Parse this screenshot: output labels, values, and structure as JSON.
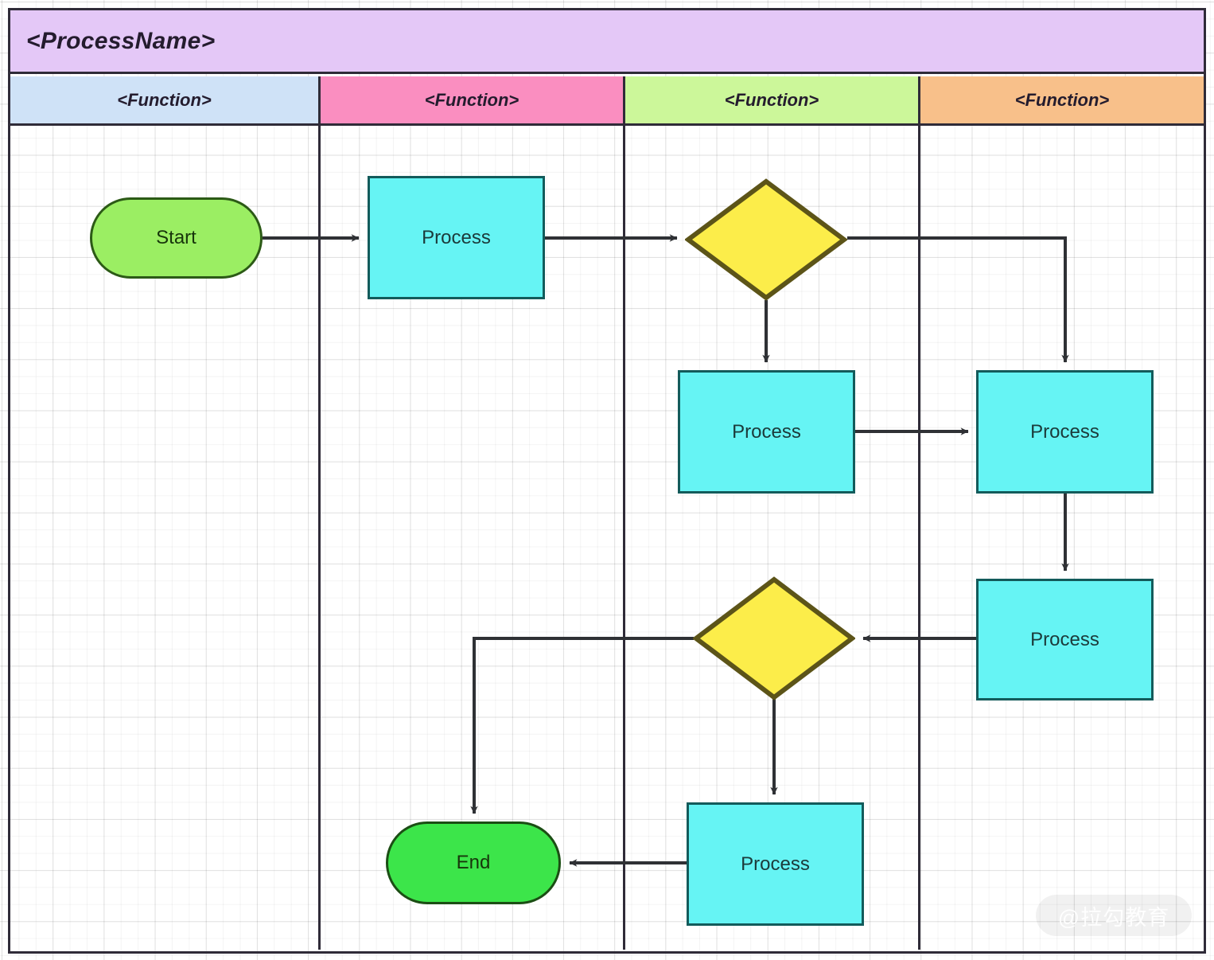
{
  "diagram": {
    "type": "swimlane-flowchart",
    "title": "<ProcessName>",
    "watermark": "@拉勾教育",
    "colors": {
      "pool_header_bg": "#e4c8f7",
      "lane1_bg": "#cfe2f7",
      "lane2_bg": "#fa8ec0",
      "lane3_bg": "#ccf79a",
      "lane4_bg": "#f8c08a",
      "process_fill": "#66f4f4",
      "process_stroke": "#135b5b",
      "decision_fill": "#fced4a",
      "decision_stroke": "#5c5418",
      "start_fill": "#9bee63",
      "start_stroke": "#2c5a16",
      "end_fill": "#3ce54a",
      "end_stroke": "#1b4e14",
      "frame_stroke": "#2f2b38",
      "connector_stroke": "#2f3135"
    },
    "lanes": [
      {
        "id": "lane-1",
        "label": "<Function>",
        "bg": "#cfe2f7"
      },
      {
        "id": "lane-2",
        "label": "<Function>",
        "bg": "#fa8ec0"
      },
      {
        "id": "lane-3",
        "label": "<Function>",
        "bg": "#ccf79a"
      },
      {
        "id": "lane-4",
        "label": "<Function>",
        "bg": "#f8c08a"
      }
    ],
    "nodes": [
      {
        "id": "start",
        "shape": "terminal",
        "label": "Start",
        "lane": "lane-1"
      },
      {
        "id": "process-1",
        "shape": "process",
        "label": "Process",
        "lane": "lane-2"
      },
      {
        "id": "decision-1",
        "shape": "decision",
        "label": "",
        "lane": "lane-3"
      },
      {
        "id": "process-2",
        "shape": "process",
        "label": "Process",
        "lane": "lane-3"
      },
      {
        "id": "process-3",
        "shape": "process",
        "label": "Process",
        "lane": "lane-4"
      },
      {
        "id": "process-4",
        "shape": "process",
        "label": "Process",
        "lane": "lane-4"
      },
      {
        "id": "decision-2",
        "shape": "decision",
        "label": "",
        "lane": "lane-3"
      },
      {
        "id": "process-5",
        "shape": "process",
        "label": "Process",
        "lane": "lane-3"
      },
      {
        "id": "end",
        "shape": "terminal",
        "label": "End",
        "lane": "lane-2"
      }
    ],
    "edges": [
      {
        "from": "start",
        "to": "process-1",
        "label": ""
      },
      {
        "from": "process-1",
        "to": "decision-1",
        "label": ""
      },
      {
        "from": "decision-1",
        "to": "process-2",
        "label": ""
      },
      {
        "from": "decision-1",
        "to": "process-3",
        "label": ""
      },
      {
        "from": "process-2",
        "to": "process-3",
        "label": ""
      },
      {
        "from": "process-3",
        "to": "process-4",
        "label": ""
      },
      {
        "from": "process-4",
        "to": "decision-2",
        "label": ""
      },
      {
        "from": "decision-2",
        "to": "end",
        "label": ""
      },
      {
        "from": "decision-2",
        "to": "process-5",
        "label": ""
      },
      {
        "from": "process-5",
        "to": "end",
        "label": ""
      }
    ]
  }
}
